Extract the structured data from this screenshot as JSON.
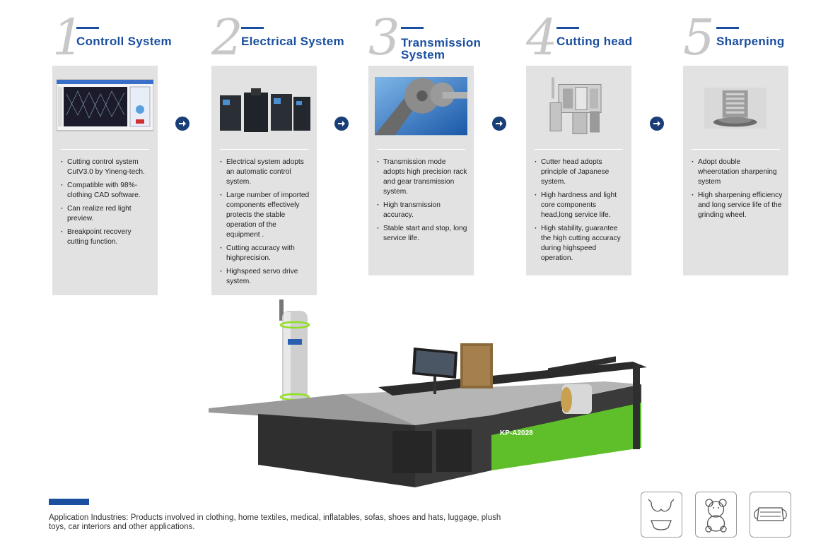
{
  "accent_color": "#1a4fa0",
  "sections": [
    {
      "number": "1",
      "title_line1": "Controll System",
      "title_line2": "",
      "image_icon": "software-screenshot",
      "bullets": [
        "Cutting control system CutV3.0 by Yineng-tech.",
        "Compatible with 98%-clothing CAD software.",
        "Can realize red light preview.",
        "Breakpoint recovery cutting function."
      ]
    },
    {
      "number": "2",
      "title_line1": "Electrical System",
      "title_line2": "",
      "image_icon": "servo-drives",
      "bullets": [
        "Electrical system adopts an automatic control system.",
        "Large number of imported components effectively protects the stable operation of the equipment .",
        "Cutting accuracy with highprecision.",
        "Highspeed servo drive system."
      ]
    },
    {
      "number": "3",
      "title_line1": "Transmission",
      "title_line2": "System",
      "image_icon": "rack-and-gear",
      "bullets": [
        "Transmission mode adopts high precision rack and gear transmission system.",
        "High transmission accuracy.",
        "Stable start and stop, long service life."
      ]
    },
    {
      "number": "4",
      "title_line1": "Cutting head",
      "title_line2": "",
      "image_icon": "cutter-head",
      "bullets": [
        "Cutter head adopts principle of Japanese system.",
        "High hardness and light core components head,long service life.",
        "High stability, guarantee the high cutting accuracy during highspeed operation."
      ]
    },
    {
      "number": "5",
      "title_line1": "Sharpening",
      "title_line2": "",
      "image_icon": "sharpening-wheel",
      "bullets": [
        "Adopt double wheerotation sharpening system",
        "High sharpening efficiency and long service life of the grinding wheel."
      ]
    }
  ],
  "machine": {
    "model": "KP-A2028"
  },
  "application_text": "Application Industries: Products involved in clothing, home textiles, medical, inflatables, sofas, shoes and hats, luggage, plush toys, car interiors and other applications.",
  "app_icons": [
    "underwear-icon",
    "teddy-bear-icon",
    "face-mask-icon"
  ]
}
